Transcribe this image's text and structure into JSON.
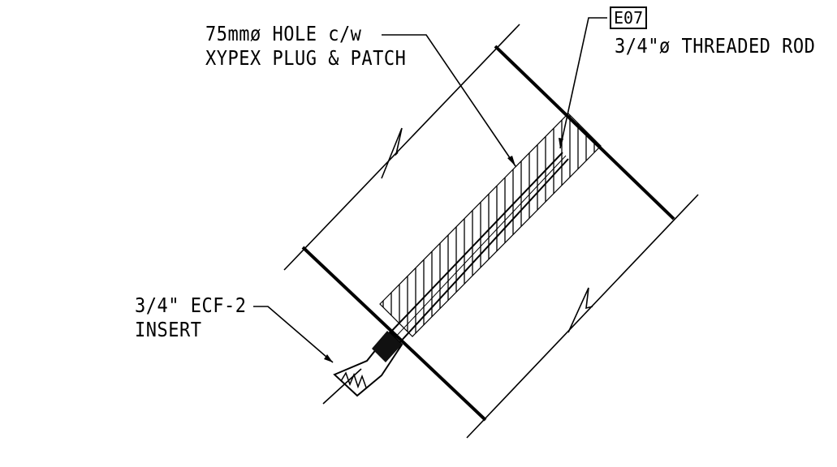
{
  "callouts": {
    "hole_line1": "75mmø HOLE c/w",
    "hole_line2": "XYPEX PLUG & PATCH",
    "tag": "E07",
    "rod": "3/4\"ø THREADED ROD",
    "insert_line1": "3/4\" ECF-2",
    "insert_line2": "INSERT"
  },
  "colors": {
    "ink": "#000000",
    "paper": "#ffffff"
  }
}
